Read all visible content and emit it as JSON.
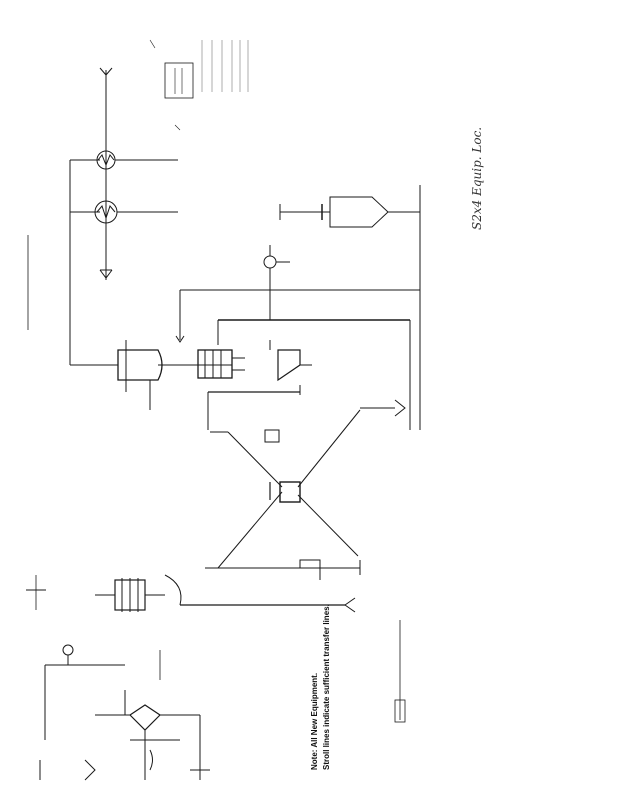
{
  "document": {
    "handwritten_label": "S2x4 Equip. Loc.",
    "notes": [
      "Note: All New Equipment.",
      "Stroll lines indicate sufficient transfer lines."
    ]
  },
  "colors": {
    "ink": "#1a1a1a",
    "paper": "#ffffff",
    "faint": "#777777"
  }
}
